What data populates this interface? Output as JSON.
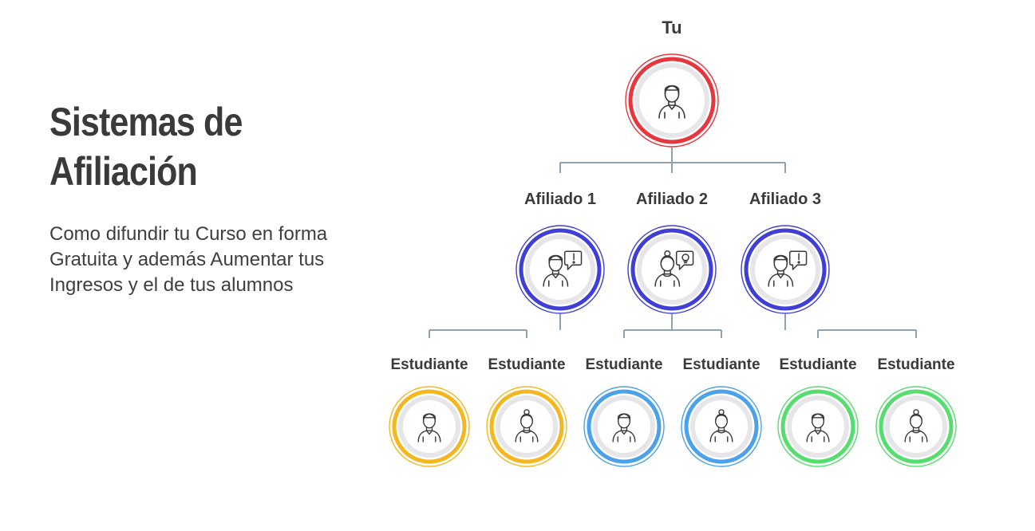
{
  "heading": {
    "title": "Sistemas de Afiliación",
    "subtitle": "Como difundir tu Curso en forma Gratuita y además Aumentar tus Ingresos y el de tus alumnos"
  },
  "colors": {
    "connector": "#8ea2b3",
    "root": "#e8363d",
    "affiliate": "#3f3fd8",
    "gold": "#f5b71f",
    "blue": "#4ba1ea",
    "green": "#55de6e",
    "inner_ring": "#e6e6e8",
    "icon_stroke": "#3a3a3a"
  },
  "root": {
    "label": "Tu",
    "icon": "man-icon"
  },
  "affiliates": [
    {
      "label": "Afiliado 1",
      "icon": "man-alert-icon"
    },
    {
      "label": "Afiliado 2",
      "icon": "woman-idea-icon"
    },
    {
      "label": "Afiliado 3",
      "icon": "man-alert-icon"
    }
  ],
  "students": [
    {
      "label": "Estudiante",
      "icon": "man-icon",
      "ring": "gold",
      "parent": 0
    },
    {
      "label": "Estudiante",
      "icon": "woman-icon",
      "ring": "gold",
      "parent": 0
    },
    {
      "label": "Estudiante",
      "icon": "man-icon",
      "ring": "blue",
      "parent": 1
    },
    {
      "label": "Estudiante",
      "icon": "woman-icon",
      "ring": "blue",
      "parent": 1
    },
    {
      "label": "Estudiante",
      "icon": "man-icon",
      "ring": "green",
      "parent": 2
    },
    {
      "label": "Estudiante",
      "icon": "woman-icon",
      "ring": "green",
      "parent": 2
    }
  ]
}
